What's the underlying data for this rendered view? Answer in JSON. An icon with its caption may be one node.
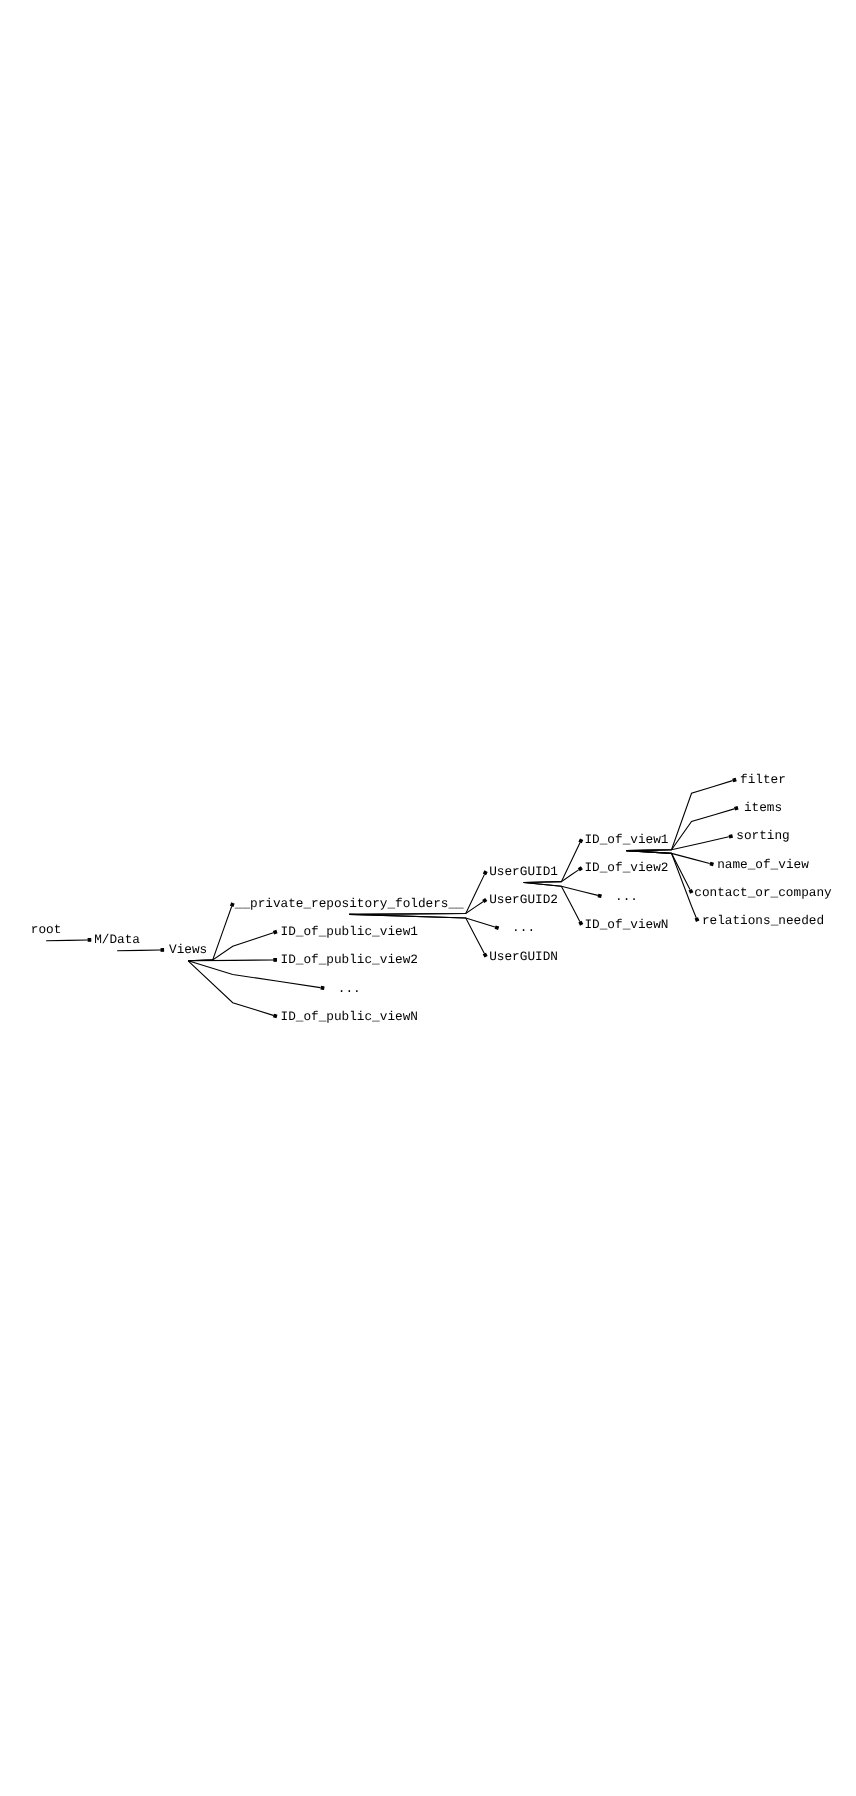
{
  "diagram": {
    "nodes": [
      {
        "text": [
          "root"
        ]
      },
      {
        "text": [
          "M/Data"
        ]
      },
      {
        "text": [
          "Views"
        ]
      },
      {
        "text": [
          "__private_repository_folders__"
        ]
      },
      {
        "text": [
          "UserGUID1"
        ]
      },
      {
        "text": [
          "ID_of_view1"
        ]
      },
      {
        "text": [
          "filter"
        ]
      },
      {
        "text": [
          "items"
        ]
      },
      {
        "text": [
          "sorting"
        ]
      },
      {
        "text": [
          "name_of_view"
        ]
      },
      {
        "text": [
          "contact_or_company"
        ]
      },
      {
        "text": [
          "relations_needed"
        ]
      },
      {
        "text": [
          "ID_of_view2"
        ]
      },
      {
        "text": [
          "..."
        ]
      },
      {
        "text": [
          "ID_of_viewN"
        ]
      },
      {
        "text": [
          "UserGUID2"
        ]
      },
      {
        "text": [
          "..."
        ]
      },
      {
        "text": [
          "UserGUIDN"
        ]
      },
      {
        "text": [
          "ID_of_public_view1"
        ]
      },
      {
        "text": [
          "ID_of_public_view2"
        ]
      },
      {
        "text": [
          "..."
        ]
      },
      {
        "text": [
          "ID_of_public_viewN"
        ]
      }
    ],
    "edges": [
      {
        "from": 0,
        "to": 1,
        "arrow": "other"
      },
      {
        "from": 1,
        "to": 2,
        "arrow": "other"
      },
      {
        "from": 2,
        "to": 3,
        "arrow": "other"
      },
      {
        "from": 3,
        "to": 4,
        "arrow": "other"
      },
      {
        "from": 4,
        "to": 5,
        "arrow": "other"
      },
      {
        "from": 5,
        "to": 6,
        "arrow": "other"
      },
      {
        "from": 5,
        "to": 7,
        "arrow": "other"
      },
      {
        "from": 5,
        "to": 8,
        "arrow": "other"
      },
      {
        "from": 5,
        "to": 9,
        "arrow": "other"
      },
      {
        "from": 5,
        "to": 10,
        "arrow": "other"
      },
      {
        "from": 5,
        "to": 11,
        "arrow": "other"
      },
      {
        "from": 4,
        "to": 12,
        "arrow": "other"
      },
      {
        "from": 4,
        "to": 13,
        "arrow": "other"
      },
      {
        "from": 4,
        "to": 14,
        "arrow": "other"
      },
      {
        "from": 3,
        "to": 15,
        "arrow": "other"
      },
      {
        "from": 3,
        "to": 16,
        "arrow": "other"
      },
      {
        "from": 3,
        "to": 17,
        "arrow": "other"
      },
      {
        "from": 2,
        "to": 18,
        "arrow": "other"
      },
      {
        "from": 2,
        "to": 19,
        "arrow": "other"
      },
      {
        "from": 2,
        "to": 20,
        "arrow": "other"
      },
      {
        "from": 2,
        "to": 21,
        "arrow": "other"
      }
    ]
  }
}
